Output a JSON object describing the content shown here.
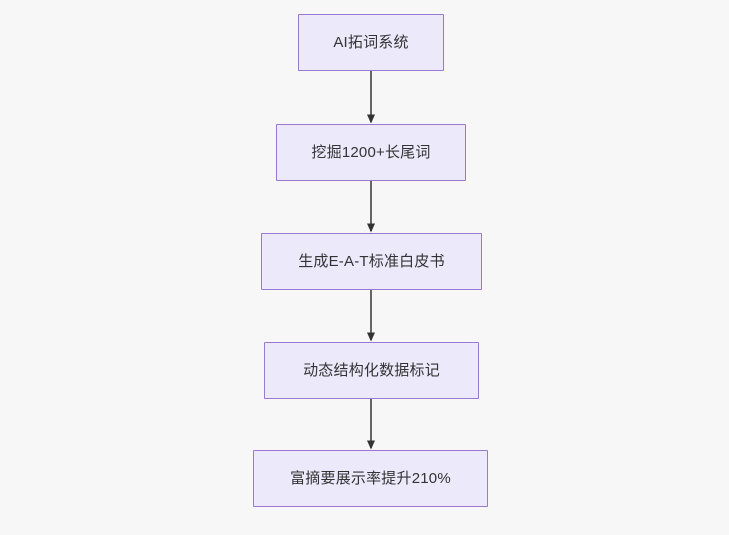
{
  "diagram": {
    "type": "flowchart",
    "orientation": "top-to-bottom",
    "background_color": "#f7f7f8",
    "node_fill_color": "#ece9fb",
    "node_border_color": "#9a78d1",
    "node_text_color": "#333333",
    "edge_color": "#666666",
    "nodes": [
      {
        "id": "n1",
        "label": "AI拓词系统"
      },
      {
        "id": "n2",
        "label": "挖掘1200+长尾词"
      },
      {
        "id": "n3",
        "label": "生成E-A-T标准白皮书"
      },
      {
        "id": "n4",
        "label": "动态结构化数据标记"
      },
      {
        "id": "n5",
        "label": "富摘要展示率提升210%"
      }
    ],
    "edges": [
      {
        "from": "n1",
        "to": "n2",
        "label": ""
      },
      {
        "from": "n2",
        "to": "n3",
        "label": ""
      },
      {
        "from": "n3",
        "to": "n4",
        "label": ""
      },
      {
        "from": "n4",
        "to": "n5",
        "label": ""
      }
    ]
  }
}
